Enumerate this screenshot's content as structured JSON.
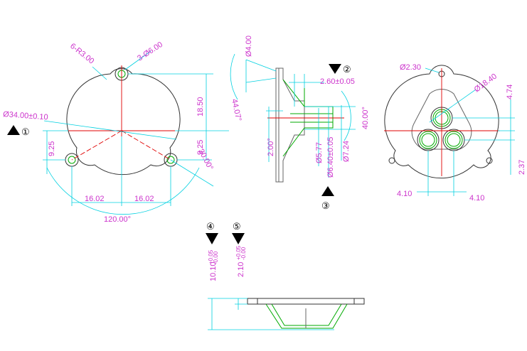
{
  "colors": {
    "outline": "#333333",
    "dimension_text": "#cc33cc",
    "dimension_line": "#00d0e0",
    "geometry": "#00aa00",
    "centerline": "#e00000"
  },
  "view_markers": {
    "m1": "①",
    "m2": "②",
    "m3": "③",
    "m4": "④",
    "m5": "⑤"
  },
  "front_view": {
    "corner_radius": "6-R3.00",
    "holes": "3-Ø6.00",
    "diameter": "Ø34.00±0.10",
    "height_top": "18.50",
    "height_right": "9.25",
    "height_left": "9.25",
    "angle_small": "30.00°",
    "half_width_left": "16.02",
    "half_width_right": "16.02",
    "angle_large": "120.00°"
  },
  "side_view": {
    "diameter_top": "Ø4.00",
    "angle_top": "44.07°",
    "offset": "2.60±0.05",
    "angle_right": "40.00°",
    "thickness": "2.00°",
    "diameter_1": "Ø5.77",
    "diameter_2": "Ø6.40±0.05",
    "diameter_3": "Ø7.24"
  },
  "back_view": {
    "small_diameter": "Ø2.30",
    "large_diameter": "Ø18.40",
    "offset_right": "4.74",
    "offset_lower": "2.37",
    "spacing_left": "4.10",
    "spacing_right": "4.10"
  },
  "bottom_view": {
    "height_1": "10.10",
    "tol_1_upper": "+0.05",
    "tol_1_lower": "-0.00",
    "height_2": "2.10",
    "tol_2_upper": "+0.05",
    "tol_2_lower": "-0.00"
  }
}
